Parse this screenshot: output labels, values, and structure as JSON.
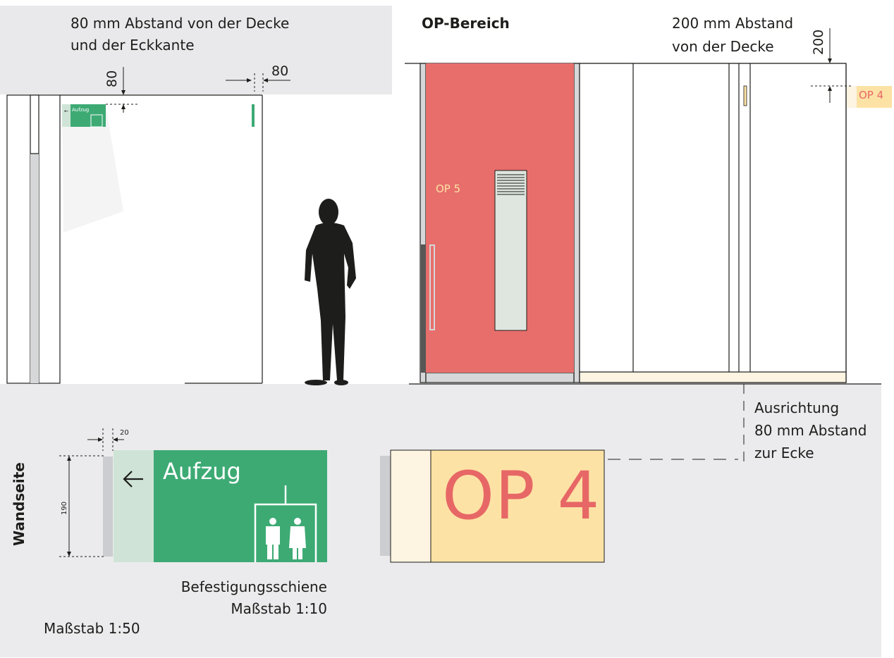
{
  "callouts": {
    "top_left_line1": "80 mm Abstand von der Decke",
    "top_left_line2": "und der Eckkante",
    "top_right_line1": "200 mm Abstand",
    "top_right_line2": "von der Decke",
    "area_title": "OP-Bereich",
    "alignment_line1": "Ausrichtung",
    "alignment_line2": "80 mm Abstand",
    "alignment_line3": "zur Ecke"
  },
  "dimensions": {
    "ceiling_gap_left": "80",
    "corner_gap": "80",
    "ceiling_gap_right": "200",
    "rail_depth": "20",
    "sign_height": "190"
  },
  "signs": {
    "elevator_arrow": "←",
    "elevator_label": "Aufzug",
    "op5_label": "OP 5",
    "op4_small_label": "OP 4",
    "op4_large_label": "OP 4"
  },
  "labels": {
    "wall_side": "Wandseite",
    "rail_label": "Befestigungsschiene",
    "scale_detail": "Maßstab 1:10",
    "scale_overview": "Maßstab 1:50"
  },
  "icons": {
    "arrow": "arrow-left-icon",
    "elevator": "elevator-people-icon",
    "person": "person-silhouette-icon"
  },
  "colors": {
    "sign_green": "#3daa74",
    "sign_green_light": "#cfe4d6",
    "door_red": "#e76e6b",
    "sign_yellow": "#fde2a5",
    "sign_cream": "#fdf4e2",
    "background_gray": "#ebebed",
    "text_red": "#e76766"
  }
}
